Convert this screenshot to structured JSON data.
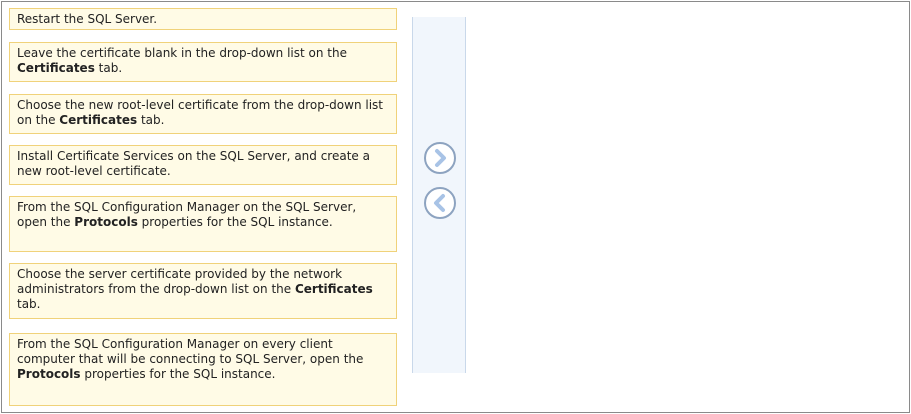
{
  "options": [
    {
      "text": [
        "Restart the SQL Server."
      ]
    },
    {
      "text": [
        "Leave the certificate blank in the drop-down list on the ",
        "Certificates",
        " tab."
      ]
    },
    {
      "text": [
        "Choose the new root-level certificate from the drop-down list on the ",
        "Certificates",
        " tab."
      ]
    },
    {
      "text": [
        "Install Certificate Services on the SQL Server, and create a new root-level certificate."
      ]
    },
    {
      "text": [
        "From the SQL Configuration Manager on the SQL Server, open the ",
        "Protocols",
        " properties for the SQL instance."
      ]
    },
    {
      "text": [
        "Choose the server certificate provided by the network administrators from the drop-down list on the ",
        "Certificates",
        " tab."
      ]
    },
    {
      "text": [
        "From the SQL Configuration Manager on every client computer that will be connecting to SQL Server, open the ",
        "Protocols",
        " properties for the SQL instance."
      ]
    }
  ],
  "controls": {
    "move_right_icon": "chevron-right-icon",
    "move_left_icon": "chevron-left-icon",
    "icon_color": "#a8c3e6"
  }
}
